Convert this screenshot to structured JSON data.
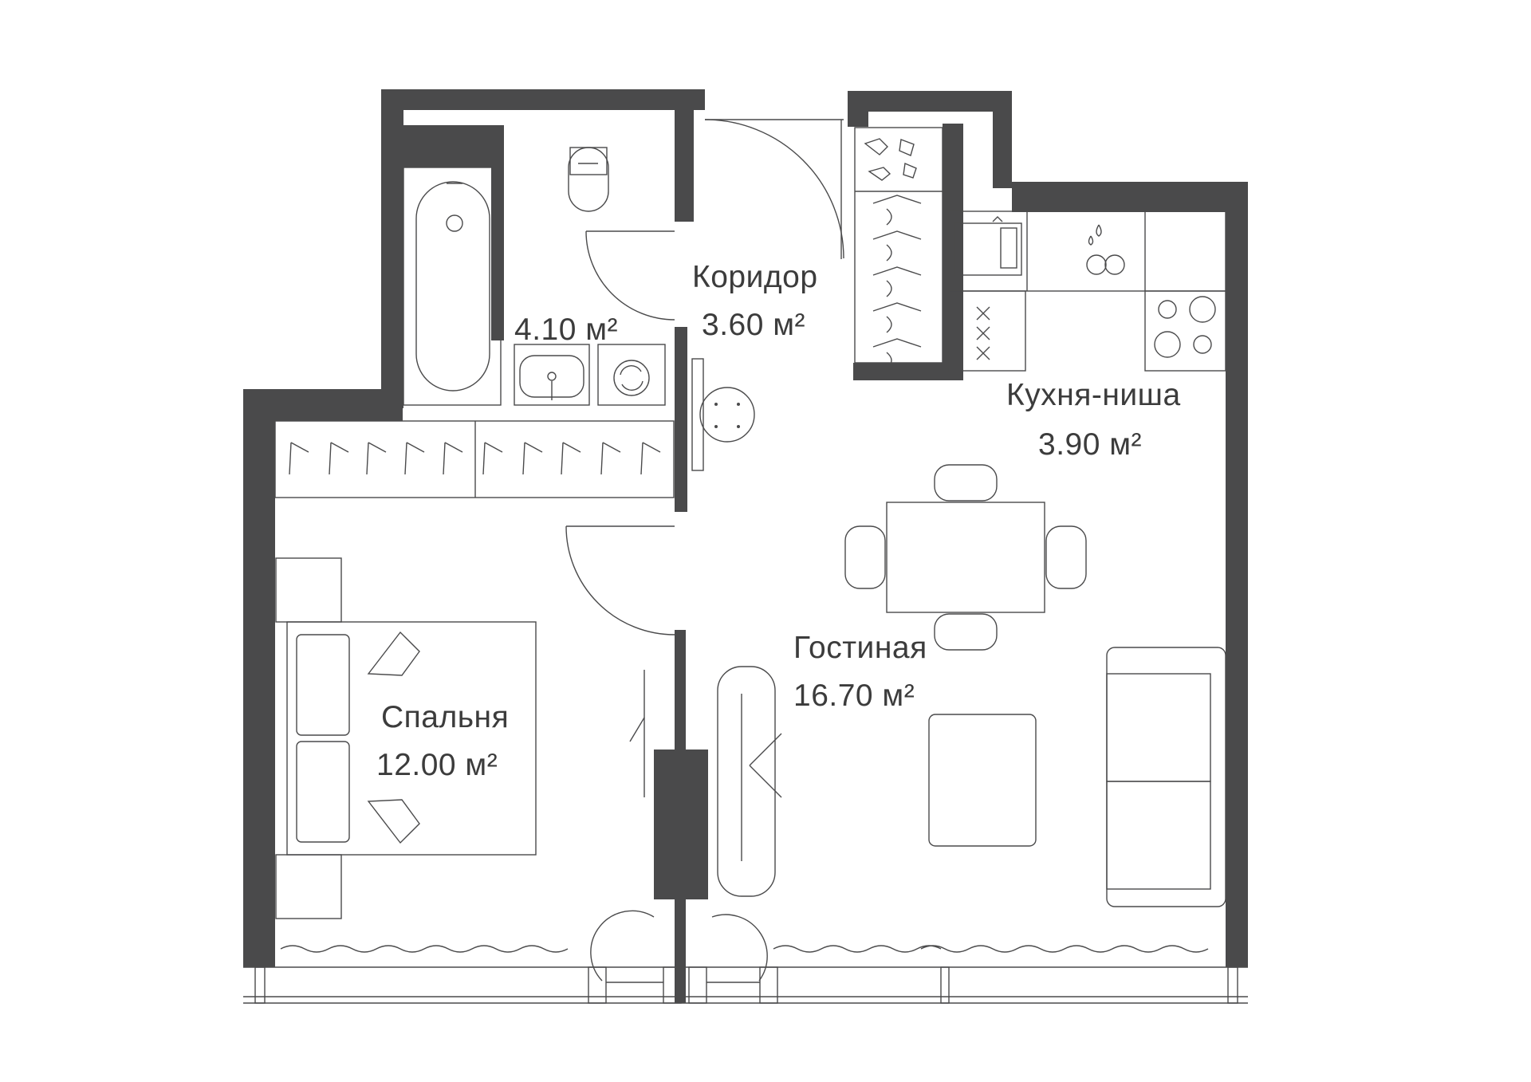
{
  "rooms": {
    "bathroom": {
      "area": "4.10 м²"
    },
    "corridor": {
      "name": "Коридор",
      "area": "3.60 м²"
    },
    "kitchen": {
      "name": "Кухня-ниша",
      "area": "3.90 м²"
    },
    "living": {
      "name": "Гостиная",
      "area": "16.70 м²"
    },
    "bedroom": {
      "name": "Спальня",
      "area": "12.00 м²"
    }
  },
  "colors": {
    "wall": "#4a4a4b",
    "line": "#4a4a4b",
    "text": "#3c3c3c",
    "background": "#ffffff"
  }
}
